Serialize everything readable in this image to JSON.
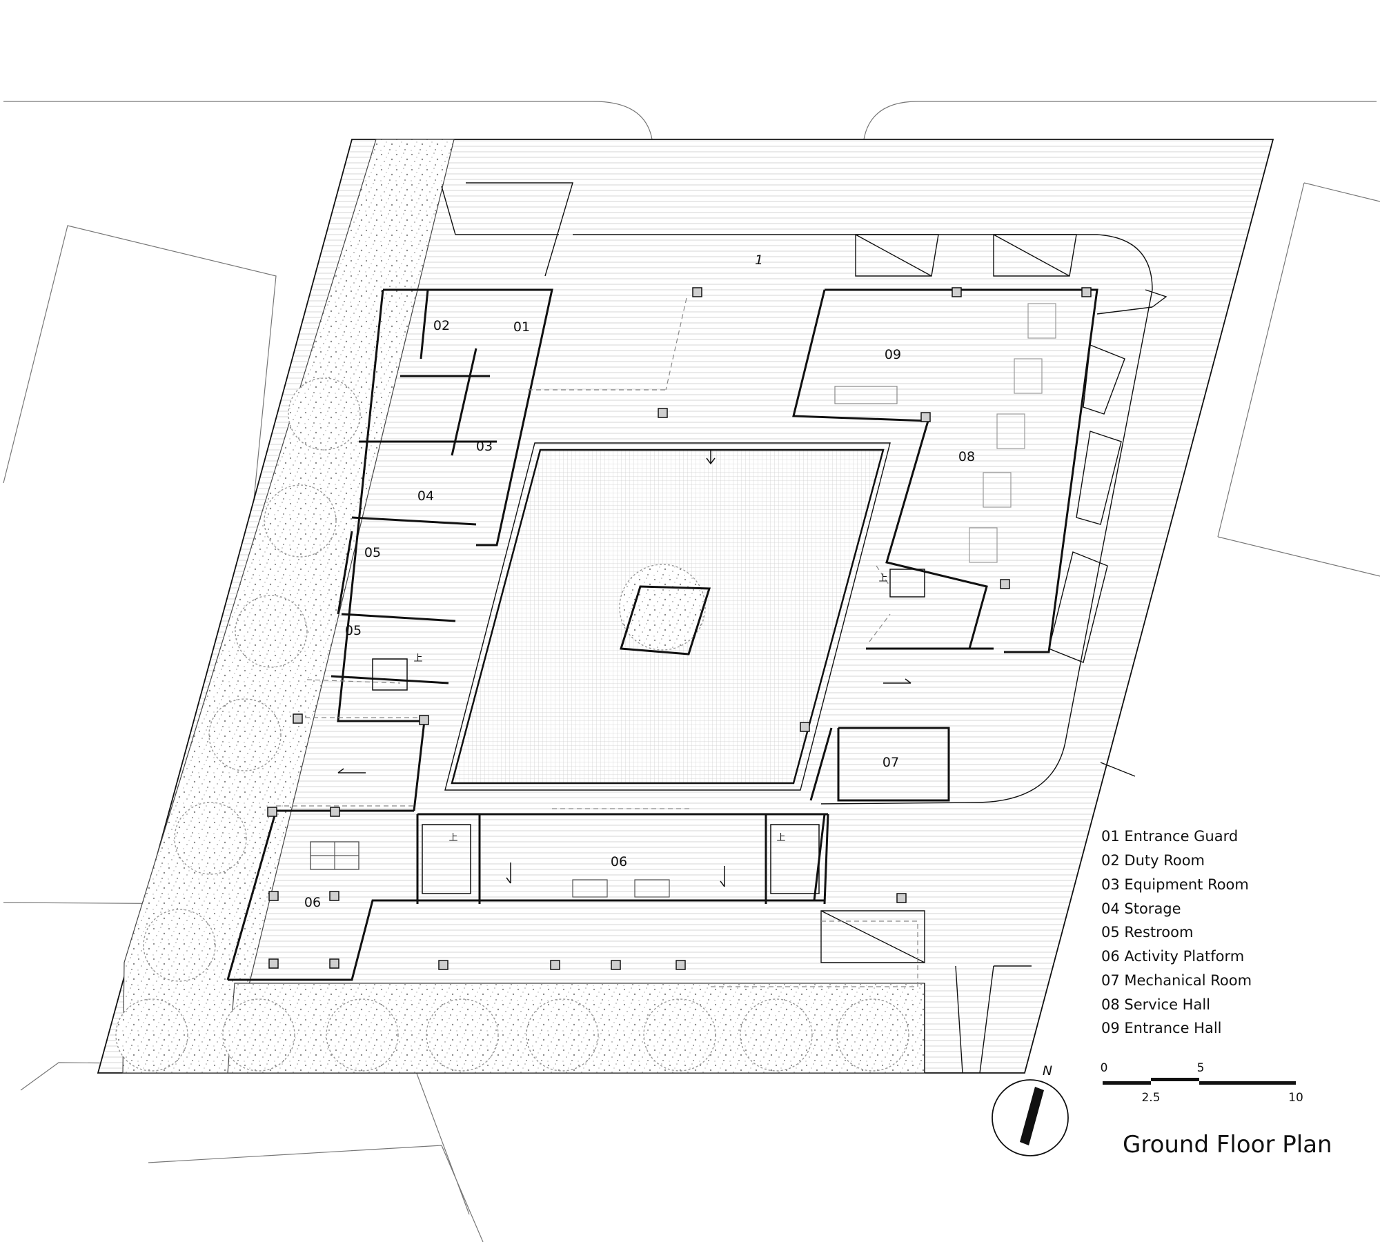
{
  "rooms": {
    "r01": "01",
    "r02": "02",
    "r03": "03",
    "r04": "04",
    "r05a": "05",
    "r05b": "05",
    "r06a": "06",
    "r06b": "06",
    "r07": "07",
    "r08": "08",
    "r09": "09"
  },
  "zone_mark": "1",
  "stair_marks": [
    "上",
    "上",
    "上",
    "上"
  ],
  "legend": [
    "01 Entrance Guard",
    "02 Duty Room",
    "03 Equipment Room",
    "04 Storage",
    "05 Restroom",
    "06 Activity Platform",
    "07 Mechanical Room",
    "08 Service Hall",
    "09 Entrance Hall"
  ],
  "north_label": "N",
  "scale": {
    "top": [
      "0",
      "5"
    ],
    "bottom": [
      "2.5",
      "10"
    ]
  },
  "title": "Ground Floor Plan"
}
